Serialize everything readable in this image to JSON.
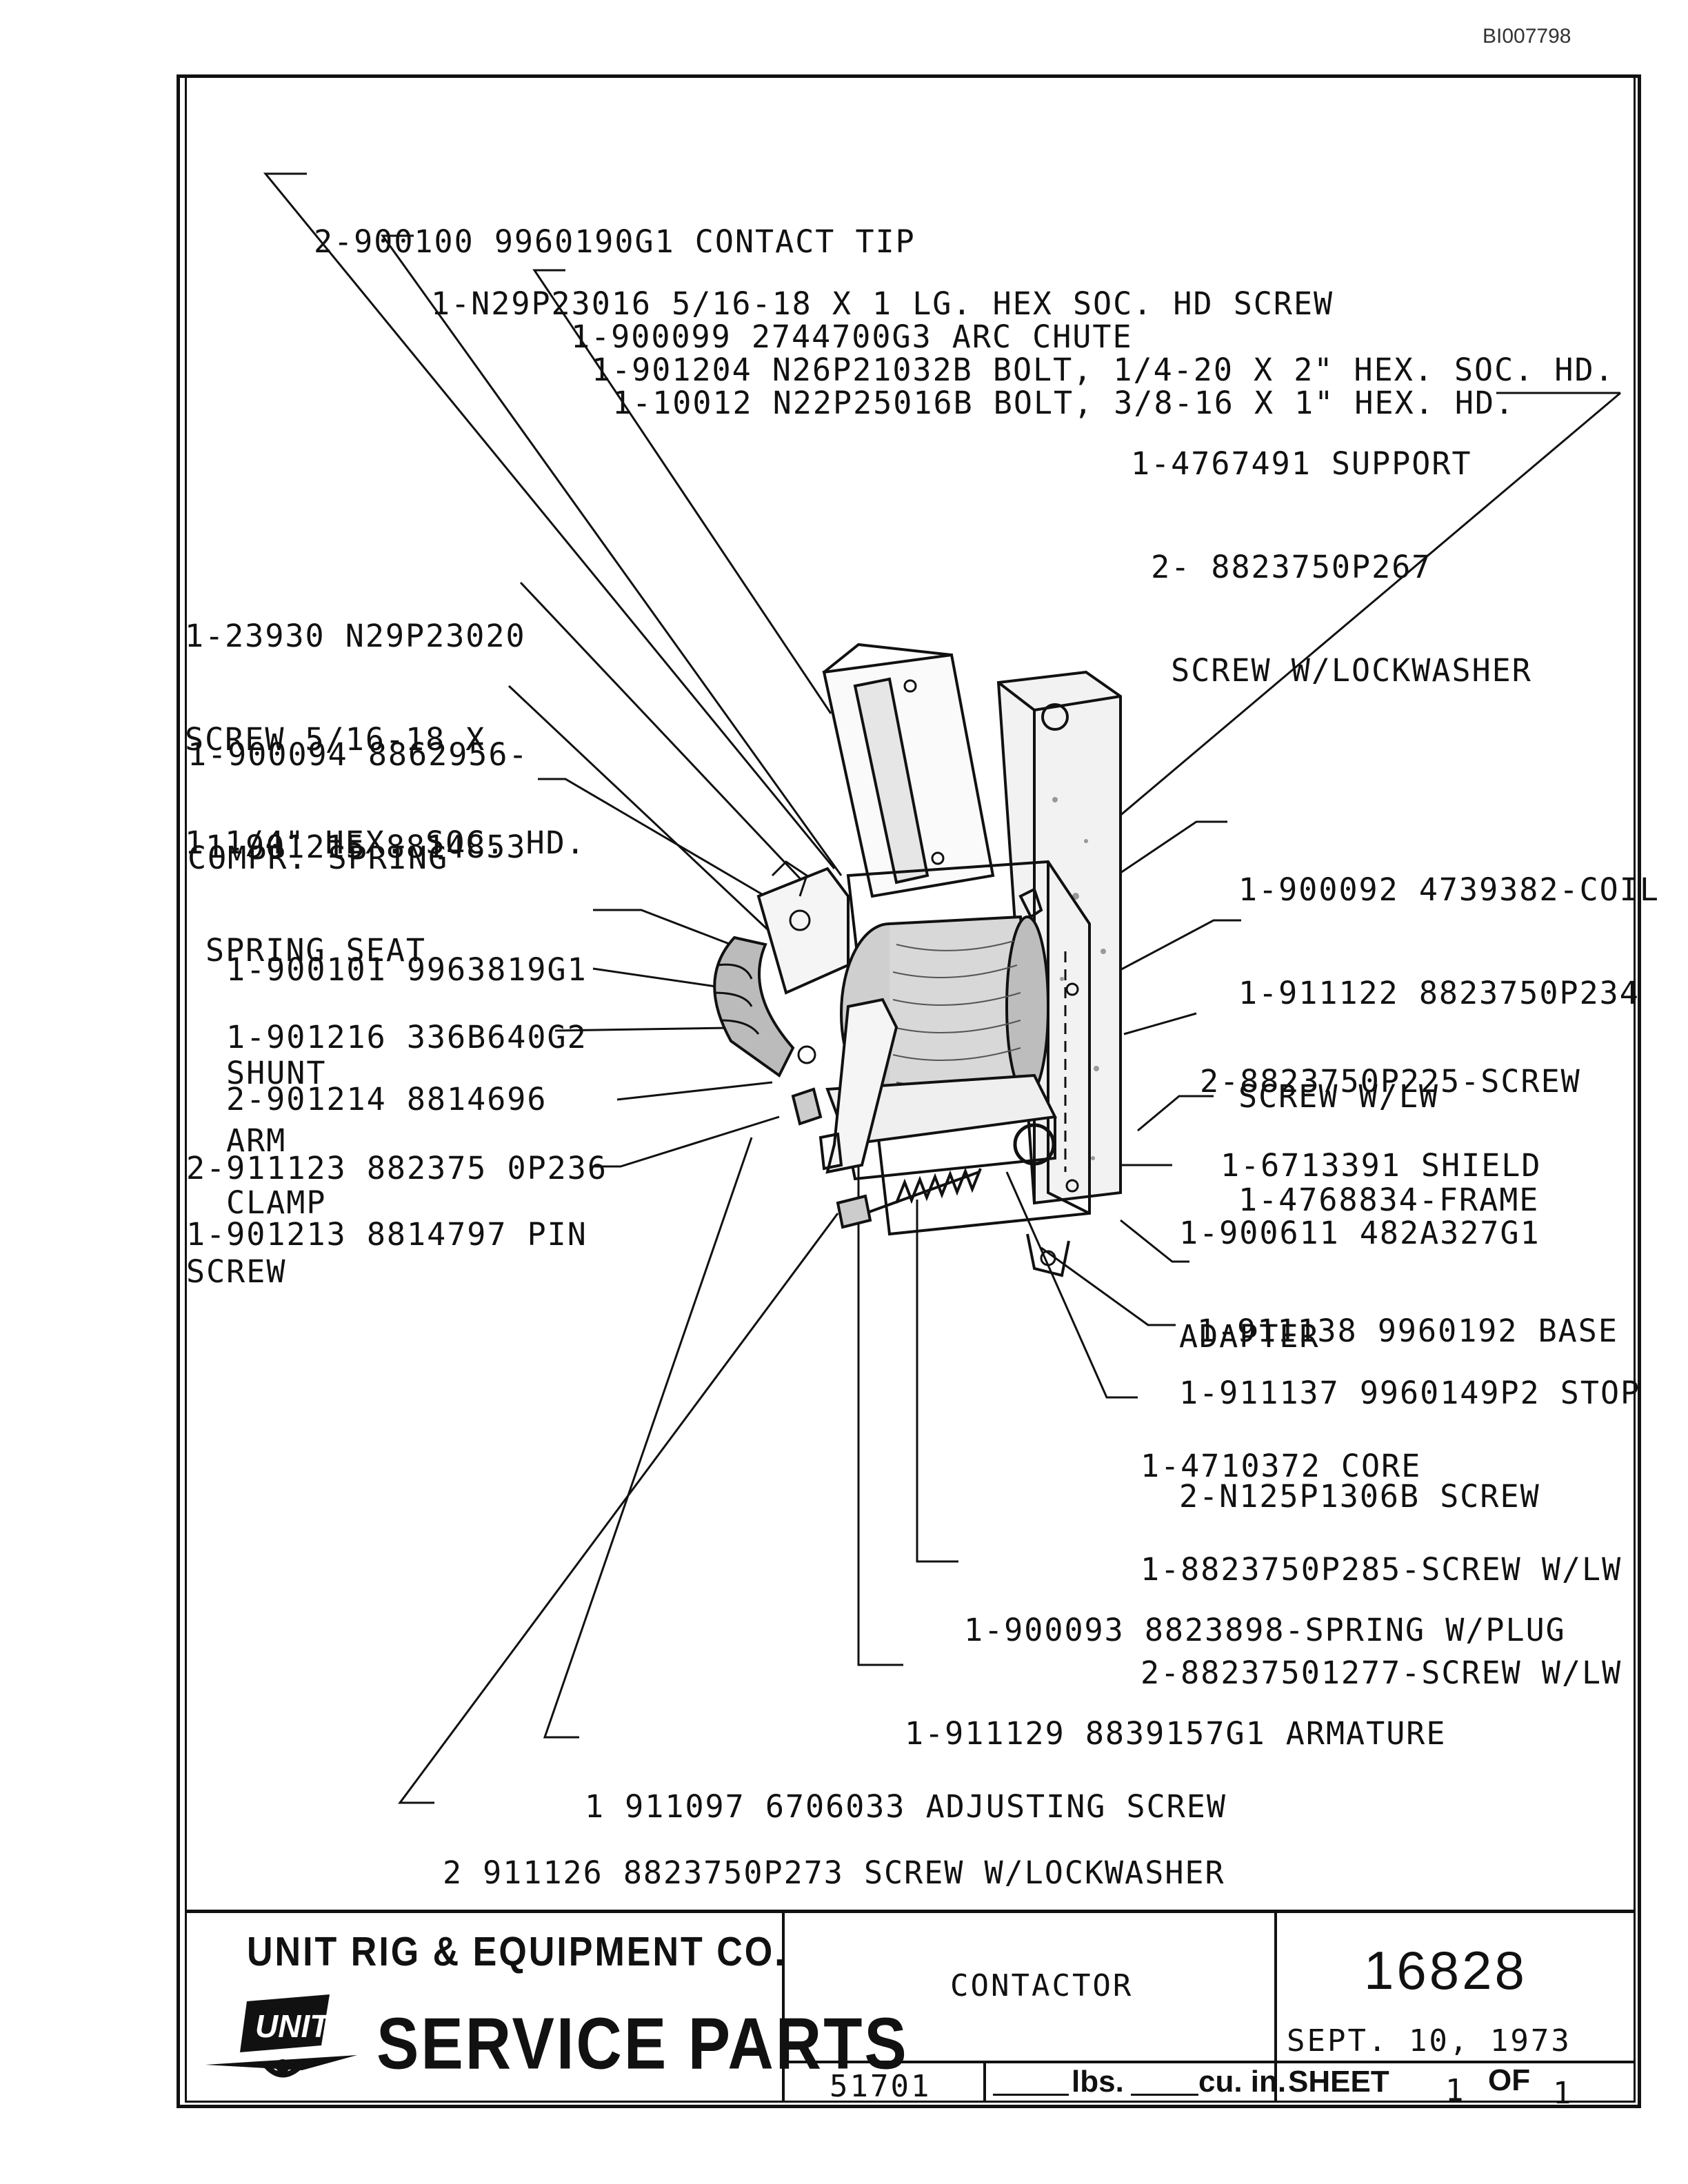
{
  "document_id": "BI007798",
  "callouts": [
    {
      "lines": [
        "2-900100 9960190G1 CONTACT TIP"
      ]
    },
    {
      "lines": [
        "1-N29P23016 5/16-18 X 1 LG. HEX SOC. HD SCREW"
      ]
    },
    {
      "lines": [
        "1-900099 2744700G3 ARC CHUTE"
      ]
    },
    {
      "lines": [
        "1-901204 N26P21032B BOLT, 1/4-20 X 2\" HEX. SOC. HD."
      ]
    },
    {
      "lines": [
        "1-10012 N22P25016B BOLT, 3/8-16 X 1\" HEX. HD."
      ]
    },
    {
      "lines": [
        "1-4767491 SUPPORT",
        " 2- 8823750P267",
        "  SCREW W/LOCKWASHER"
      ]
    },
    {
      "lines": [
        "1-23930 N29P23020",
        "SCREW 5/16-18 X",
        "1 1/4\" HEX. SOC. HD."
      ]
    },
    {
      "lines": [
        "1-900094 8862956-",
        "COMPR. SPRING"
      ]
    },
    {
      "lines": [
        "1-901215 8814853",
        "SPRING SEAT"
      ]
    },
    {
      "lines": [
        "1-900101 9963819G1",
        "SHUNT"
      ]
    },
    {
      "lines": [
        "1-901216 336B640G2",
        "ARM"
      ]
    },
    {
      "lines": [
        "2-901214 8814696",
        "CLAMP"
      ]
    },
    {
      "lines": [
        "2-911123 882375 0P236",
        "SCREW"
      ]
    },
    {
      "lines": [
        "1-901213 8814797 PIN"
      ]
    },
    {
      "lines": [
        "1-900092 4739382-COIL",
        "1-911122 8823750P234",
        "SCREW W/LW",
        "1-4768834-FRAME"
      ]
    },
    {
      "lines": [
        "2-8823750P225-SCREW"
      ]
    },
    {
      "lines": [
        "1-6713391 SHIELD"
      ]
    },
    {
      "lines": [
        "1-900611 482A327G1",
        "ADAPTER"
      ]
    },
    {
      "lines": [
        "1-911138 9960192 BASE"
      ]
    },
    {
      "lines": [
        "1-911137 9960149P2 STOP",
        "2-N125P1306B SCREW"
      ]
    },
    {
      "lines": [
        "1-4710372 CORE",
        "1-8823750P285-SCREW W/LW",
        "2-88237501277-SCREW W/LW"
      ]
    },
    {
      "lines": [
        "1-900093 8823898-SPRING W/PLUG"
      ]
    },
    {
      "lines": [
        "1-911129 8839157G1 ARMATURE"
      ]
    },
    {
      "lines": [
        "1 911097 6706033 ADJUSTING SCREW"
      ]
    },
    {
      "lines": [
        "2 911126 8823750P273 SCREW W/LOCKWASHER"
      ]
    }
  ],
  "title_block": {
    "company": "UNIT RIG & EQUIPMENT CO.",
    "logo_text": "UNIT RIG",
    "service": "SERVICE PARTS",
    "part_name": "CONTACTOR",
    "drawing_number": "16828",
    "date": "SEPT. 10, 1973",
    "weight_code": "51701",
    "lbs_label": "lbs.",
    "cuin_label": "cu. in.",
    "sheet_label": "SHEET",
    "sheet_number": "1",
    "of_label": "OF",
    "sheet_total": "1"
  }
}
